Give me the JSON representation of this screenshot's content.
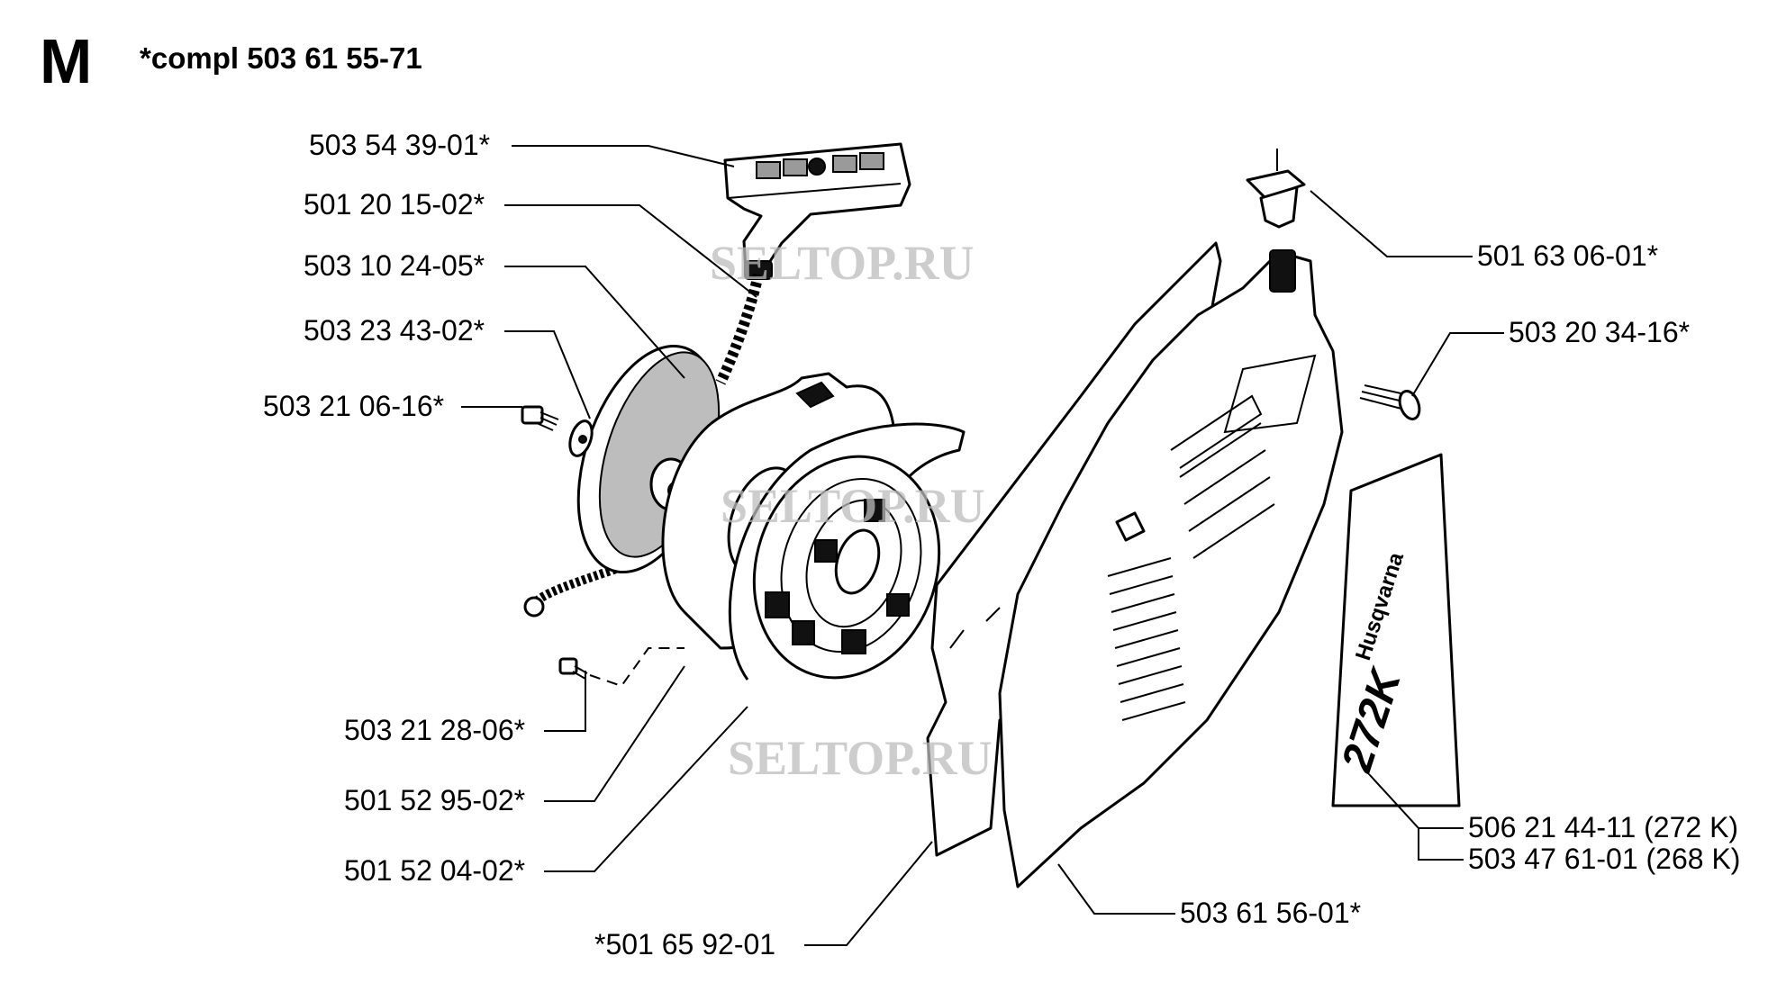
{
  "header": {
    "section_letter": "M",
    "kit": "*compl 503 61 55-71"
  },
  "watermark": "SELTOP.RU",
  "decal_text": {
    "brand": "Husqvarna",
    "model": "272K"
  },
  "parts": [
    {
      "id": "handle",
      "number": "503 54 39-01*"
    },
    {
      "id": "rope",
      "number": "501 20 15-02*"
    },
    {
      "id": "pulley",
      "number": "503 10 24-05*"
    },
    {
      "id": "washer",
      "number": "503 23 43-02*"
    },
    {
      "id": "center-screw",
      "number": "503 21 06-16*"
    },
    {
      "id": "pawl-screw",
      "number": "503 21 28-06*"
    },
    {
      "id": "spring-cassette",
      "number": "501 52 95-02*"
    },
    {
      "id": "spring",
      "number": "501 52 04-02*"
    },
    {
      "id": "gasket",
      "number": "*501 65 92-01"
    },
    {
      "id": "grommet",
      "number": "501 63 06-01*"
    },
    {
      "id": "cover-screw",
      "number": "503 20 34-16*"
    },
    {
      "id": "decal-272k",
      "number": "506 21 44-11 (272 K)"
    },
    {
      "id": "decal-268k",
      "number": "503 47 61-01 (268 K)"
    },
    {
      "id": "starter-cover",
      "number": "503 61 56-01*"
    }
  ]
}
